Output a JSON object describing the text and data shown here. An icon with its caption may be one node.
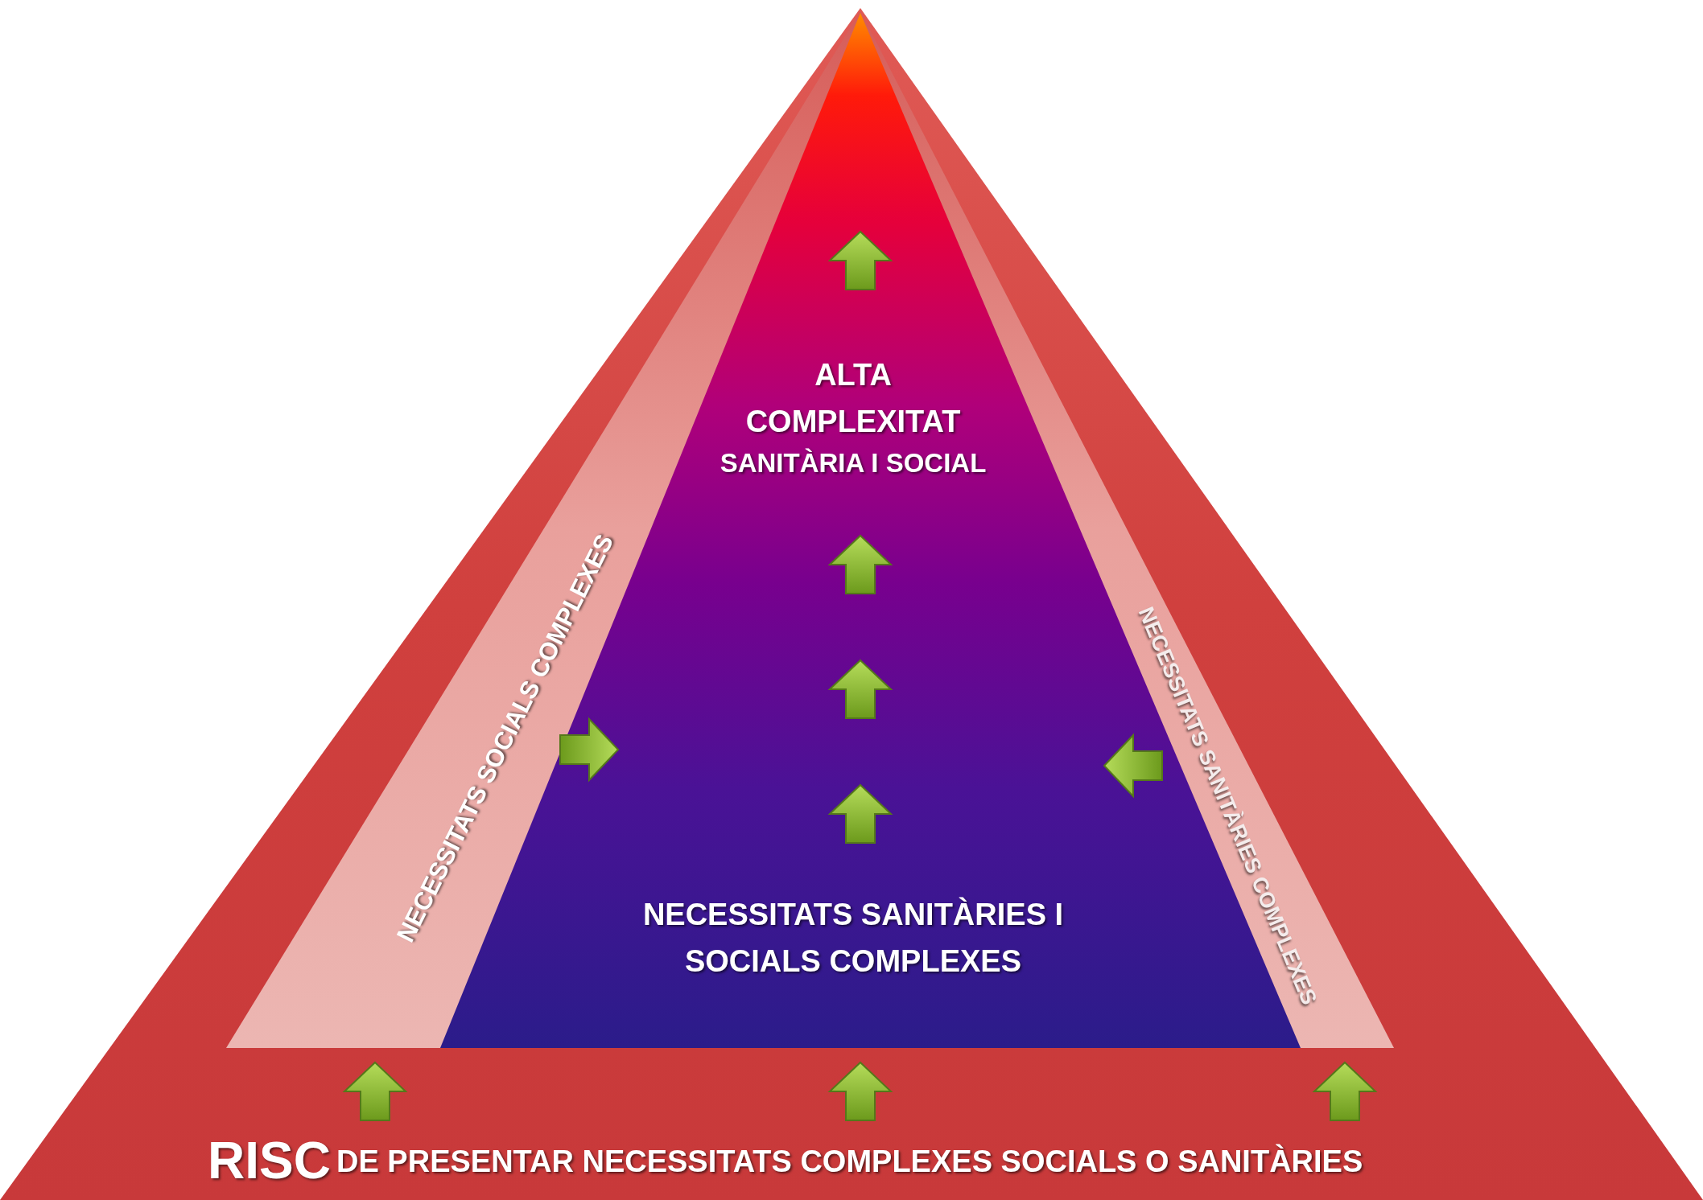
{
  "diagram": {
    "nodes": [
      {
        "text": [
          "RISC",
          "DE PRESENTAR NECESSITATS COMPLEXES SOCIALS O SANITÀRIES"
        ]
      },
      {
        "text": [
          "NECESSITATS SOCIALS COMPLEXES",
          "NECESSITATS SANITÀRIES COMPLEXES"
        ],
        "in": 0
      },
      {
        "text": [
          "ALTA COMPLEXITAT",
          "SANITÀRIA I SOCIAL",
          "NECESSITATS SANITÀRIES I SOCIALS COMPLEXES"
        ],
        "in": 1
      }
    ]
  }
}
